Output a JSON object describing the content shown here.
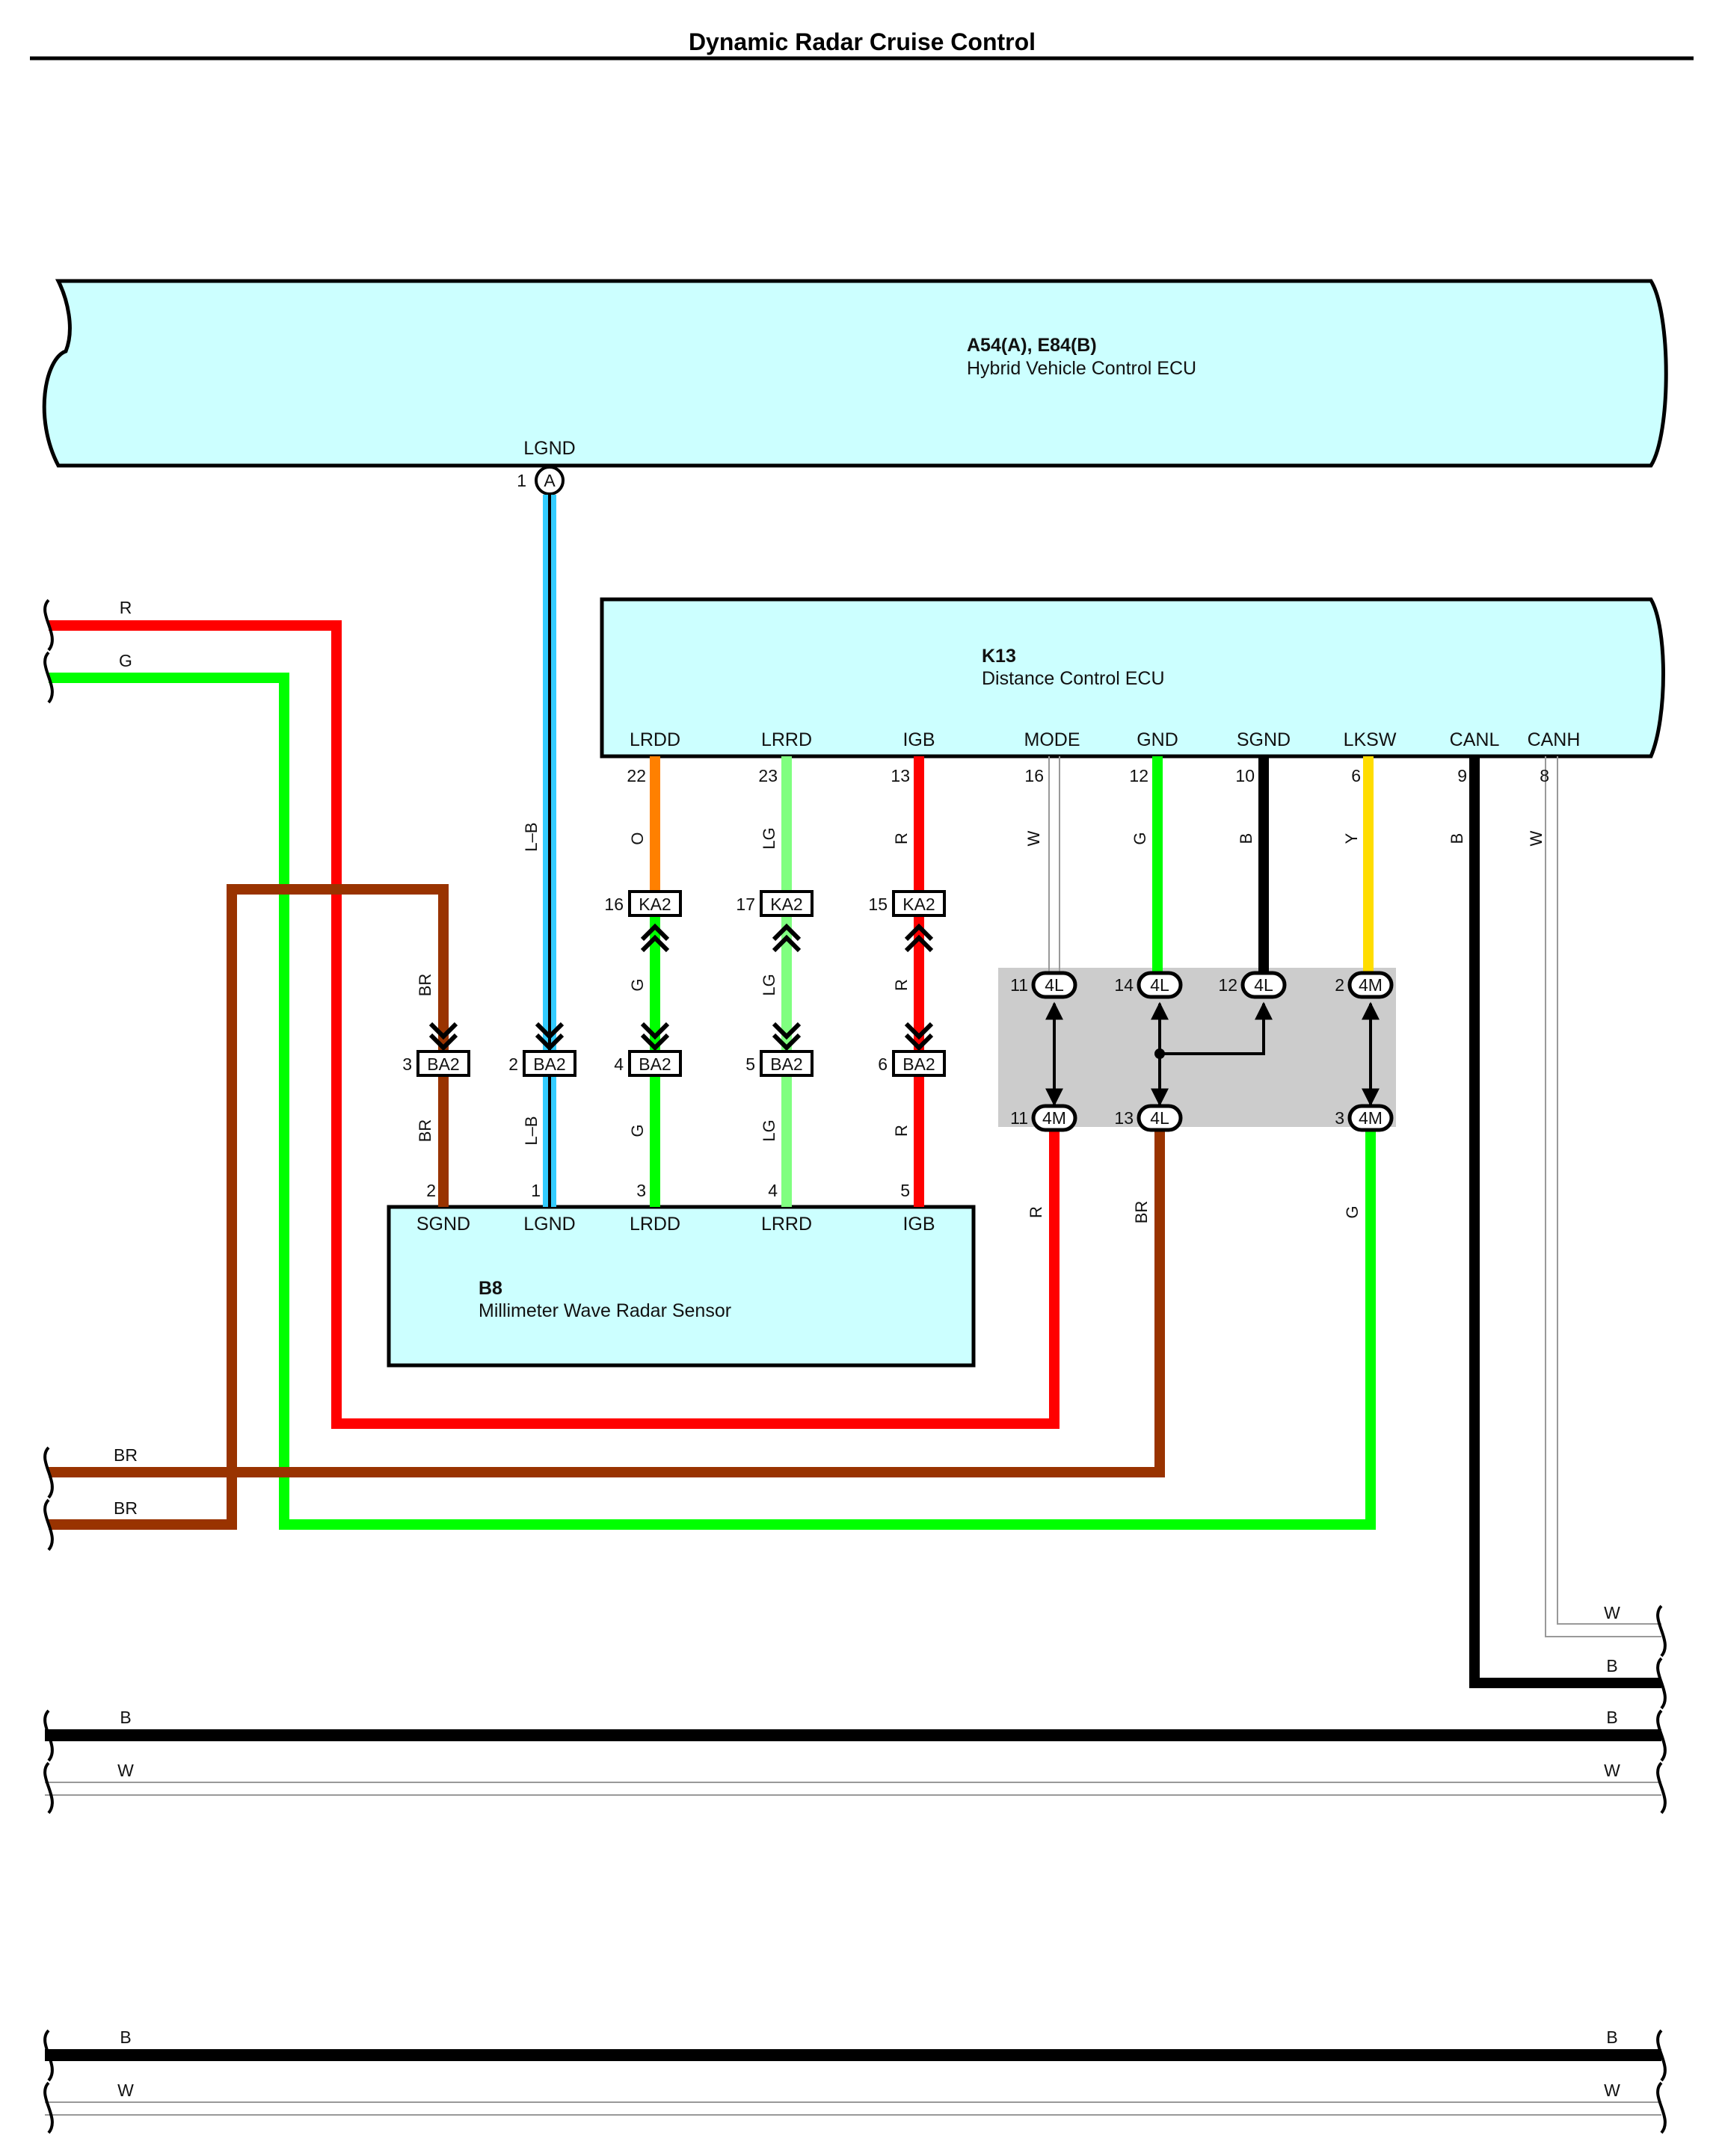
{
  "title": "Dynamic Radar Cruise Control",
  "components": {
    "hv_ecu": {
      "id": "A54(A), E84(B)",
      "name": "Hybrid Vehicle Control ECU",
      "pins": [
        {
          "name": "LGND",
          "num": "1",
          "conn": "A"
        }
      ]
    },
    "dc_ecu": {
      "id": "K13",
      "name": "Distance Control ECU",
      "pins": [
        {
          "name": "LRDD",
          "num": "22",
          "code": "O"
        },
        {
          "name": "LRRD",
          "num": "23",
          "code": "LG"
        },
        {
          "name": "IGB",
          "num": "13",
          "code": "R"
        },
        {
          "name": "MODE",
          "num": "16",
          "code": "W"
        },
        {
          "name": "GND",
          "num": "12",
          "code": "G"
        },
        {
          "name": "SGND",
          "num": "10",
          "code": "B"
        },
        {
          "name": "LKSW",
          "num": "6",
          "code": "Y"
        },
        {
          "name": "CANL",
          "num": "9",
          "code": "B"
        },
        {
          "name": "CANH",
          "num": "8",
          "code": "W"
        }
      ]
    },
    "radar": {
      "id": "B8",
      "name": "Millimeter Wave Radar Sensor",
      "pins": [
        {
          "name": "SGND",
          "num": "2"
        },
        {
          "name": "LGND",
          "num": "1"
        },
        {
          "name": "LRDD",
          "num": "3"
        },
        {
          "name": "LRRD",
          "num": "4"
        },
        {
          "name": "IGB",
          "num": "5"
        }
      ]
    }
  },
  "connectors": {
    "ka2": [
      {
        "num": "16",
        "label": "KA2"
      },
      {
        "num": "17",
        "label": "KA2"
      },
      {
        "num": "15",
        "label": "KA2"
      }
    ],
    "ba2": [
      {
        "num": "3",
        "label": "BA2"
      },
      {
        "num": "2",
        "label": "BA2"
      },
      {
        "num": "4",
        "label": "BA2"
      },
      {
        "num": "5",
        "label": "BA2"
      },
      {
        "num": "6",
        "label": "BA2"
      }
    ],
    "junction_top": [
      {
        "num": "11",
        "label": "4L"
      },
      {
        "num": "14",
        "label": "4L"
      },
      {
        "num": "12",
        "label": "4L"
      },
      {
        "num": "2",
        "label": "4M"
      }
    ],
    "junction_bottom": [
      {
        "num": "11",
        "label": "4M"
      },
      {
        "num": "13",
        "label": "4L"
      },
      {
        "num": "3",
        "label": "4M"
      }
    ]
  },
  "wire_codes": {
    "lgnd_upper": "L–B",
    "lgnd_lower": "L–B",
    "sgnd_upper": "BR",
    "sgnd_lower": "BR",
    "lrdd_lower": "G",
    "lrdd_upper": "G",
    "lrrd_lower": "LG",
    "lrrd_upper": "LG",
    "igb_lower": "R",
    "igb_upper": "R",
    "junction_out_r": "R",
    "junction_out_br": "BR",
    "junction_out_g": "G"
  },
  "edge_labels": {
    "left": [
      "R",
      "G",
      "BR",
      "BR",
      "B",
      "W",
      "B",
      "W"
    ],
    "right": [
      "W",
      "B",
      "B",
      "W",
      "B",
      "W"
    ]
  },
  "colors": {
    "red": "#ff0000",
    "green": "#00ff00",
    "brown": "#993300",
    "light_blue": "#33ccff",
    "orange": "#ff8000",
    "light_green": "#80ff80",
    "black": "#000000",
    "yellow": "#ffdd00",
    "white_wire": "#d8d8d8",
    "ecu_fill": "#ccffff",
    "junction_fill": "#cccccc"
  }
}
